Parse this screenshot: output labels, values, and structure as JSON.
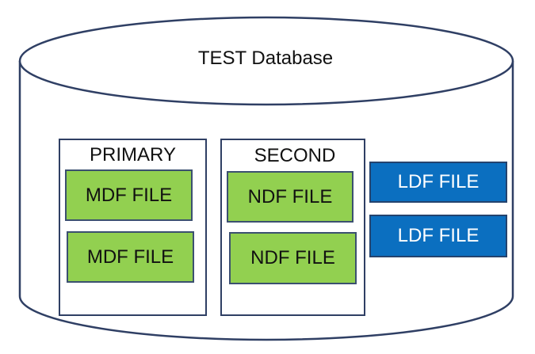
{
  "database": {
    "title": "TEST Database"
  },
  "groups": [
    {
      "title": "PRIMARY",
      "files": [
        "MDF FILE",
        "MDF FILE"
      ]
    },
    {
      "title": "SECOND",
      "files": [
        "NDF FILE",
        "NDF FILE"
      ]
    }
  ],
  "log_files": [
    "LDF FILE",
    "LDF FILE"
  ],
  "colors": {
    "outline": "#2f3f64",
    "data_file_fill": "#92d050",
    "log_file_fill": "#0b6fc0",
    "background": "#ffffff"
  }
}
